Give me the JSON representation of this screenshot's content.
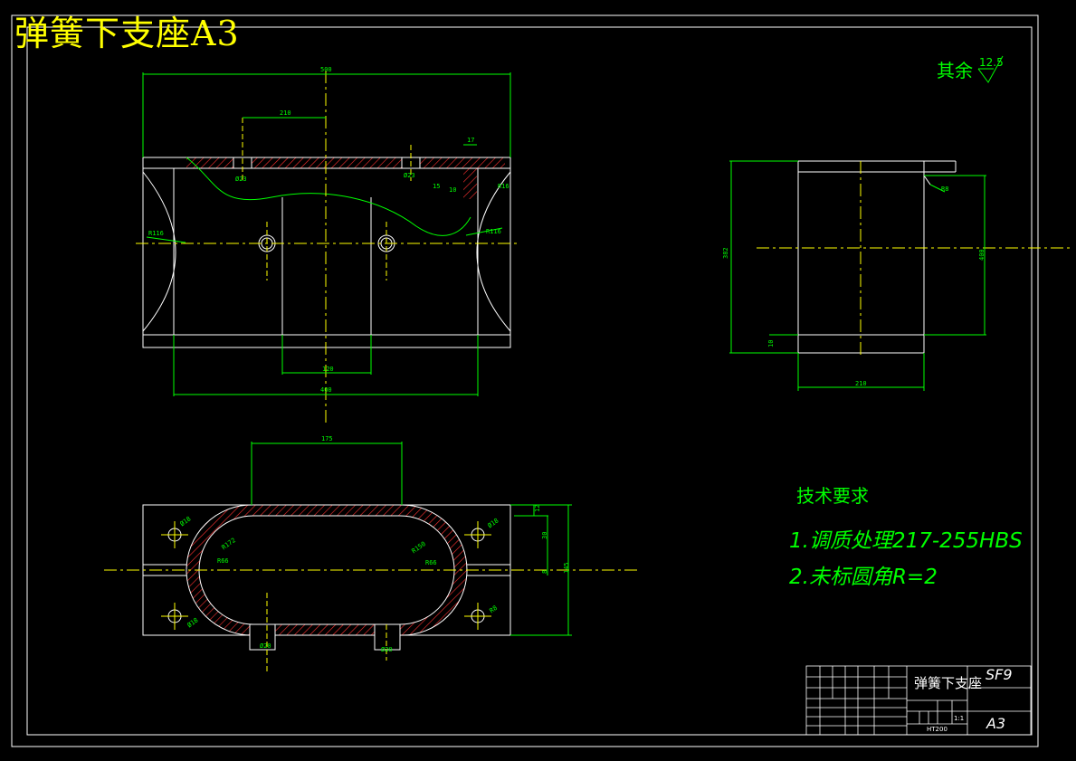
{
  "drawing": {
    "title": "弹簧下支座A3",
    "roughness_label": "其余",
    "roughness_value": "12.5"
  },
  "technical_requirements": {
    "heading": "技术要求",
    "items": [
      "1.调质处理217-255HBS",
      "2.未标圆角R=2"
    ]
  },
  "title_block": {
    "part_name": "弹簧下支座",
    "drawing_code": "SF9",
    "sheet_size": "A3",
    "material": "HT200",
    "scale": "1:1"
  },
  "dimensions": {
    "front_width": "500",
    "top_offset": "210",
    "slot_width": "17",
    "hole_left": "Ø23",
    "hole_right": "Ø23",
    "depth_a": "15",
    "depth_b": "10",
    "radius_left": "R116",
    "radius_right": "R116",
    "chamfer": "R16",
    "center_width": "120",
    "base_width": "400",
    "side_height": "382",
    "side_inner": "400",
    "side_bottom_gap": "10",
    "side_width": "210",
    "side_radius": "R8",
    "plan_top": "175",
    "plan_r_outer_l": "R172",
    "plan_r_inner_l": "R66",
    "plan_r_outer_r": "R150",
    "plan_r_inner_r": "R66",
    "plan_hole_tl": "Ø18",
    "plan_hole_tr": "Ø18",
    "plan_hole_bl": "Ø18",
    "plan_hole_br": "R8",
    "plan_boss_l": "Ø20",
    "plan_boss_r": "Ø20",
    "plan_h1": "12",
    "plan_h2": "30",
    "plan_h3": "8",
    "plan_total_h": "145"
  },
  "colors": {
    "background": "#000000",
    "outline": "#ffffff",
    "dimension": "#00ff00",
    "centerline": "#ffff00",
    "hatch": "#ff3030",
    "title": "#ffff00"
  }
}
